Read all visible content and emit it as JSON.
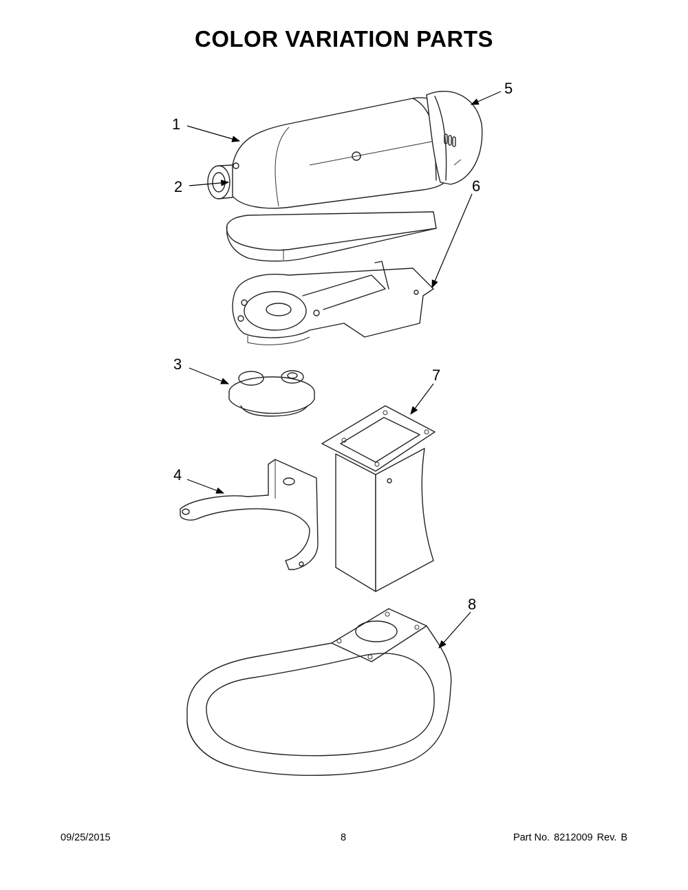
{
  "title": "COLOR VARIATION PARTS",
  "callouts": {
    "c1": "1",
    "c2": "2",
    "c3": "3",
    "c4": "4",
    "c5": "5",
    "c6": "6",
    "c7": "7",
    "c8": "8"
  },
  "footer": {
    "date": "09/25/2015",
    "page": "8",
    "part_label": "Part No.",
    "part_number": "8212009",
    "rev_label": "Rev.",
    "rev": "B"
  }
}
